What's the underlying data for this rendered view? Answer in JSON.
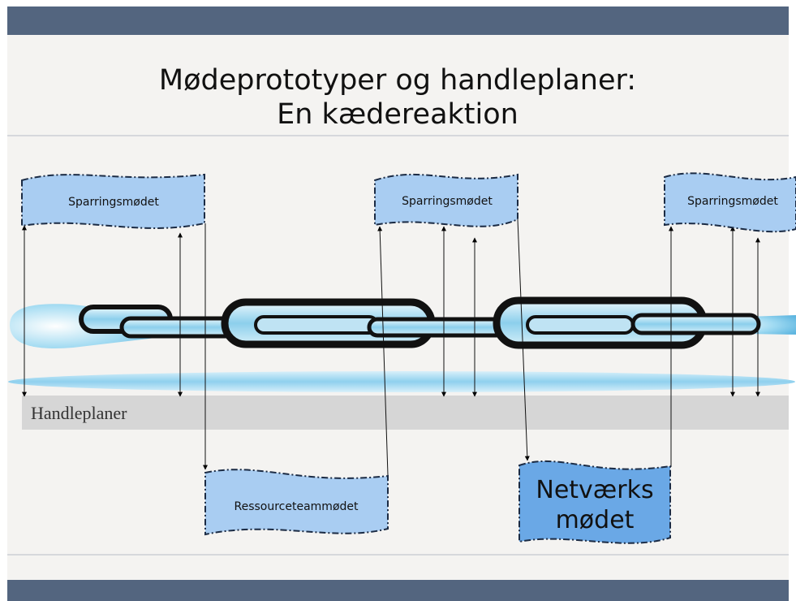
{
  "title": {
    "line1": "Mødeprototyper og handleplaner:",
    "line2": "En kædereaktion"
  },
  "band_label": "Handleplaner",
  "flags": {
    "sparring_1": "Sparringsmødet",
    "sparring_2": "Sparringsmødet",
    "sparring_3": "Sparringsmødet",
    "ressource": "Ressourceteammødet",
    "netvaerk_line1": "Netværks",
    "netvaerk_line2": "mødet"
  },
  "colors": {
    "bar": "#53657f",
    "background": "#f4f3f1",
    "flag_light": "#a9cdf2",
    "flag_dark": "#6aa8e6",
    "band": "#d6d6d6",
    "chain": "#bfe3f3"
  }
}
